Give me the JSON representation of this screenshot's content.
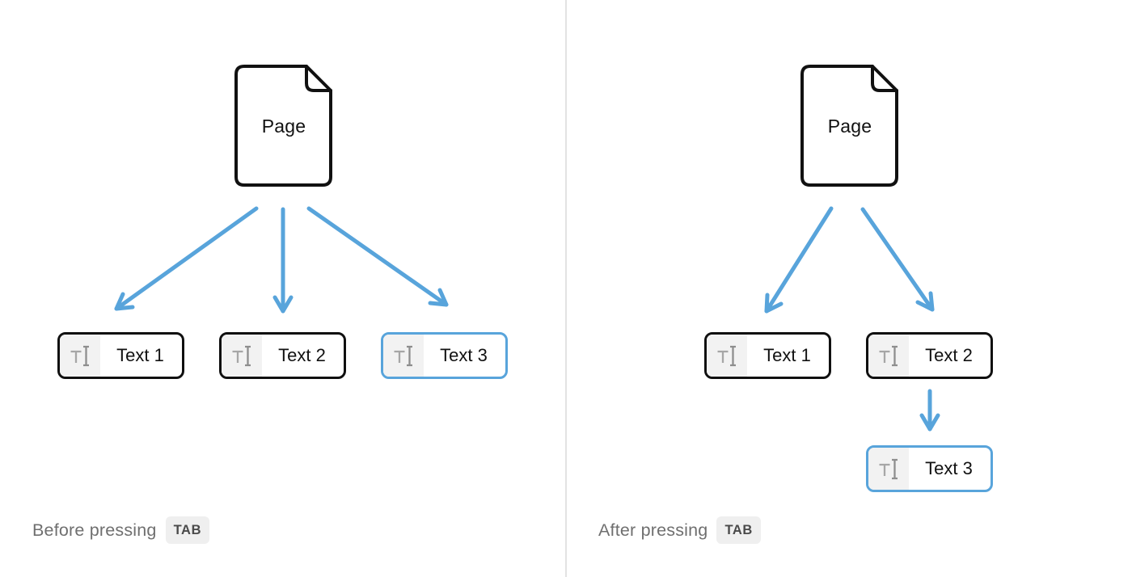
{
  "diagram": {
    "accent_color": "#58A4DB",
    "divider_color": "#E3E3E3",
    "block_icon_bg_color": "#F2F2F2",
    "panels": [
      {
        "name": "before",
        "page": {
          "label": "Page",
          "icon": "page-document-icon"
        },
        "blocks": [
          {
            "label": "Text 1",
            "icon": "text-block-icon",
            "highlighted": false
          },
          {
            "label": "Text 2",
            "icon": "text-block-icon",
            "highlighted": false
          },
          {
            "label": "Text 3",
            "icon": "text-block-icon",
            "highlighted": true
          }
        ],
        "arrows": [
          {
            "from": "Page",
            "to": "Text 1"
          },
          {
            "from": "Page",
            "to": "Text 2"
          },
          {
            "from": "Page",
            "to": "Text 3"
          }
        ],
        "caption": {
          "text": "Before pressing",
          "key": "TAB"
        }
      },
      {
        "name": "after",
        "page": {
          "label": "Page",
          "icon": "page-document-icon"
        },
        "blocks": [
          {
            "label": "Text 1",
            "icon": "text-block-icon",
            "highlighted": false
          },
          {
            "label": "Text 2",
            "icon": "text-block-icon",
            "highlighted": false
          },
          {
            "label": "Text 3",
            "icon": "text-block-icon",
            "highlighted": true
          }
        ],
        "arrows": [
          {
            "from": "Page",
            "to": "Text 1"
          },
          {
            "from": "Page",
            "to": "Text 2"
          },
          {
            "from": "Text 2",
            "to": "Text 3"
          }
        ],
        "caption": {
          "text": "After pressing",
          "key": "TAB"
        }
      }
    ]
  }
}
